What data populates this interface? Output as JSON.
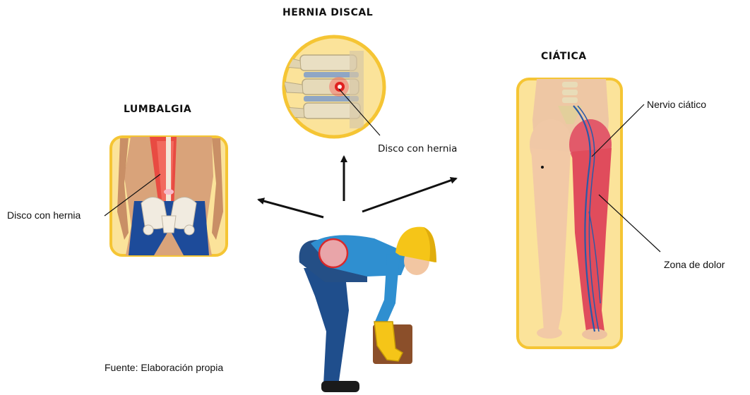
{
  "titles": {
    "hernia": "HERNIA DISCAL",
    "lumbalgia": "LUMBALGIA",
    "ciatica": "CIÁTICA"
  },
  "labels": {
    "hernia_disc": "Disco con hernia",
    "lumbalgia_disc": "Disco con hernia",
    "nervio": "Nervio ciático",
    "zona": "Zona de dolor"
  },
  "source": "Fuente: Elaboración propia",
  "colors": {
    "panel_fill": "#fbe39a",
    "panel_border": "#f5c534",
    "skin": "#eec7a4",
    "pain_red": "#e03a3a",
    "pelvis_blue": "#1d4b9a",
    "worker_shirt": "#2f8fd0",
    "worker_pants": "#1f4e8c",
    "helmet": "#f5c518",
    "box": "#8b4f2a",
    "nerve": "#2a5aa8"
  }
}
